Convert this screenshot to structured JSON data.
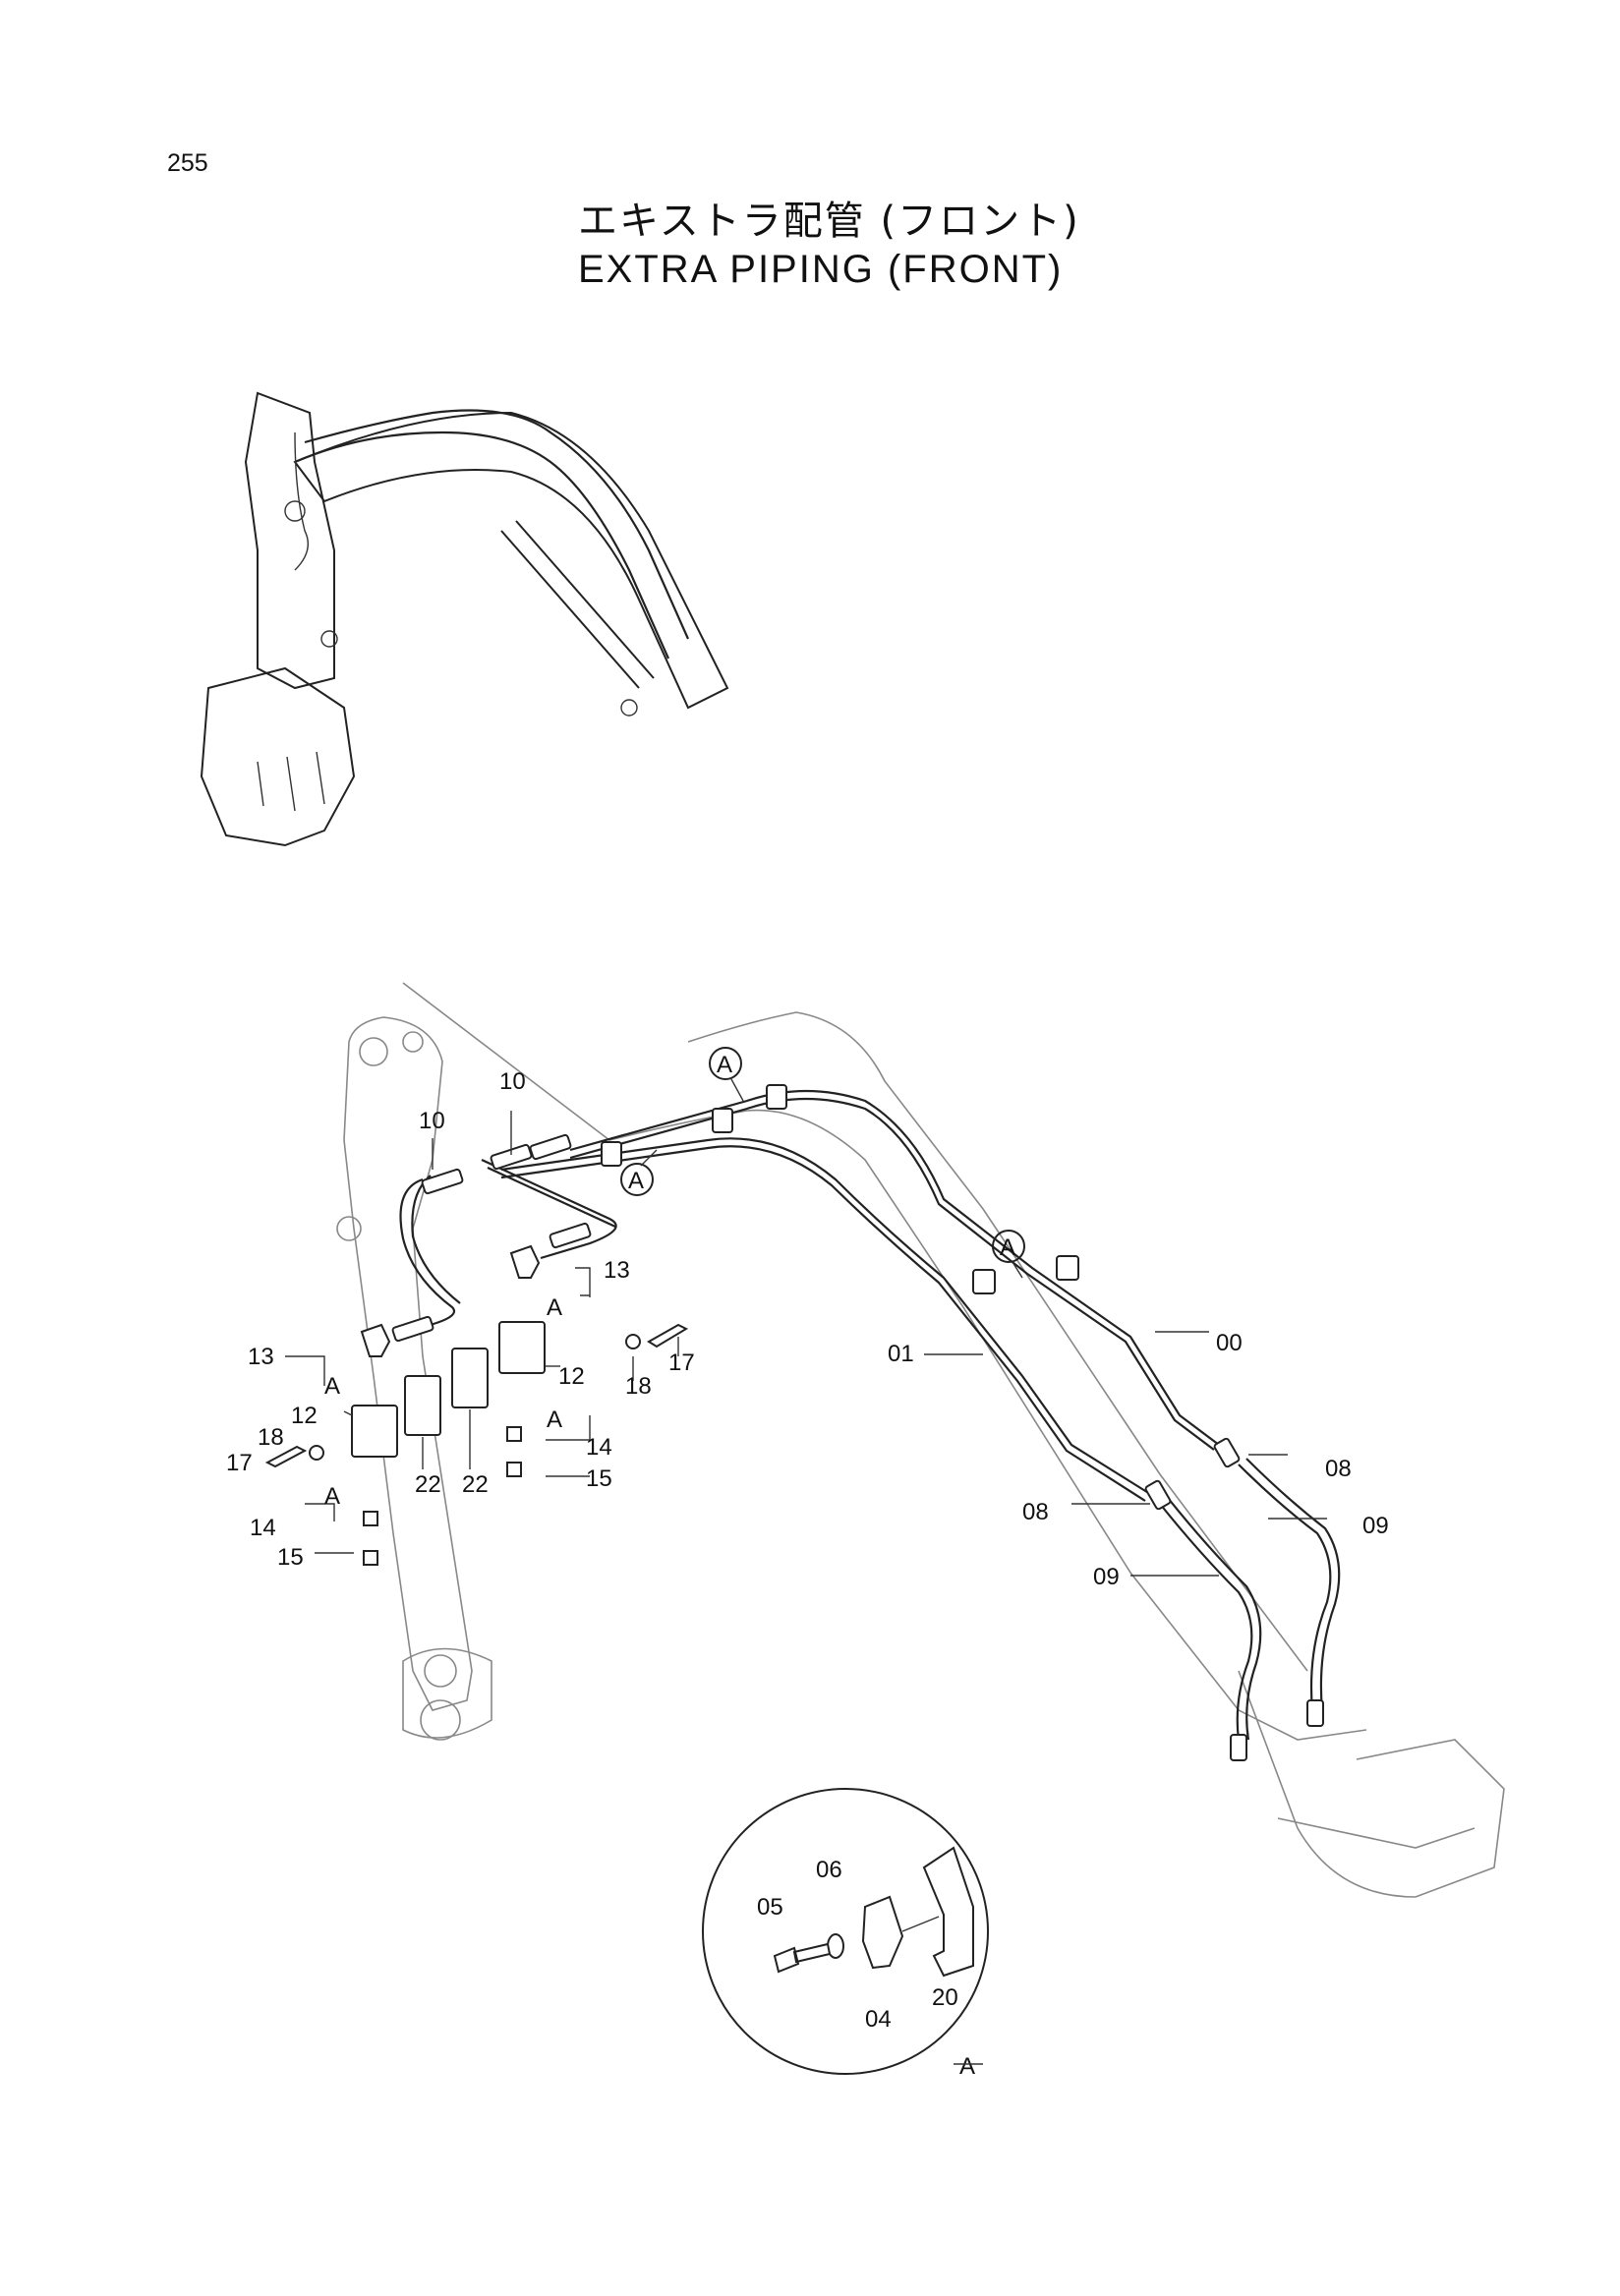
{
  "page_number": "255",
  "title_jp": "エキストラ配管 (フロント)",
  "title_en": "EXTRA PIPING (FRONT)",
  "callouts": {
    "c00": "00",
    "c01": "01",
    "c04": "04",
    "c05": "05",
    "c06": "06",
    "c08a": "08",
    "c08b": "08",
    "c09a": "09",
    "c09b": "09",
    "c10a": "10",
    "c10b": "10",
    "c12a": "12",
    "c12b": "12",
    "c13a": "13",
    "c13b": "13",
    "c14a": "14",
    "c14b": "14",
    "c15a": "15",
    "c15b": "15",
    "c17a": "17",
    "c17b": "17",
    "c18a": "18",
    "c18b": "18",
    "c20": "20",
    "c22a": "22",
    "c22b": "22"
  },
  "view_marks": {
    "a1": "A",
    "a2": "A",
    "a3": "A",
    "a4": "A",
    "a5": "A",
    "a6": "A",
    "a7": "A",
    "detail": "A"
  }
}
